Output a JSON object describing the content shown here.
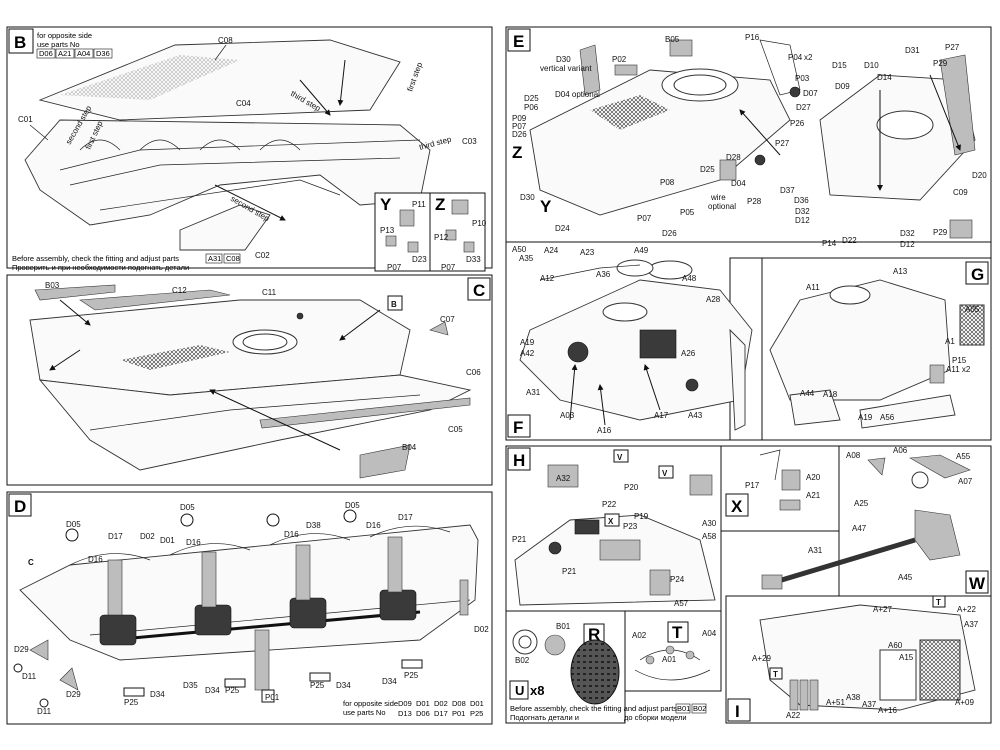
{
  "panels": {
    "B": {
      "letter": "B",
      "note_line1": "for opposite side",
      "note_line2": "use parts No",
      "parts": [
        "D06",
        "A21",
        "A04",
        "D36"
      ],
      "labels": [
        "C08",
        "C04",
        "C01",
        "C03",
        "C02",
        "first step",
        "first step",
        "second step",
        "second step",
        "third step",
        "third step"
      ],
      "inset_y": {
        "letter": "Y",
        "parts": [
          "P11",
          "P13",
          "D23",
          "P07"
        ]
      },
      "inset_z": {
        "letter": "Z",
        "parts": [
          "P10",
          "P12",
          "D33",
          "P07"
        ]
      },
      "footer_en": "Before assembly, check the fitting and adjust parts",
      "footer_ru": "Проверить и при необходимости подогнать детали",
      "footer_parts": [
        "A31",
        "C08"
      ]
    },
    "C": {
      "letter": "C",
      "labels": [
        "B03",
        "C12",
        "C11",
        "B",
        "C07",
        "C06",
        "C05",
        "B04"
      ]
    },
    "D": {
      "letter": "D",
      "labels": [
        "D05",
        "D16",
        "D17",
        "D02",
        "D01",
        "D16",
        "D05",
        "D16",
        "D38",
        "D05",
        "D16",
        "D17",
        "C",
        "D02",
        "D29",
        "D11",
        "D29",
        "D11",
        "P25",
        "D34",
        "D35",
        "D34",
        "P25",
        "P01",
        "P25",
        "D34",
        "D34",
        "P25"
      ],
      "footer_line1": "for opposite side",
      "footer_line2": "use parts No",
      "footer_parts": [
        "D09",
        "D01",
        "D02",
        "D08",
        "D01",
        "D13",
        "D06",
        "D17",
        "P01",
        "P25"
      ]
    },
    "E": {
      "letter": "E",
      "labels": [
        "D30",
        "vertical variant",
        "B05",
        "P16",
        "P02",
        "P04",
        "x2",
        "D04 optional",
        "D25",
        "P06",
        "P09",
        "P07",
        "D26",
        "P03",
        "D07",
        "D27",
        "P26",
        "P27",
        "D28",
        "P08",
        "P05",
        "wire",
        "optional",
        "D04",
        "P28",
        "D30",
        "D24",
        "P07",
        "D26",
        "D15",
        "D10",
        "D14",
        "D09",
        "D31",
        "P27",
        "P29",
        "D20",
        "C09",
        "D37",
        "D36",
        "D32",
        "D12",
        "P14",
        "D22",
        "D32",
        "D12",
        "P29",
        "D25",
        "Z",
        "Y"
      ]
    },
    "F": {
      "letter": "F",
      "labels": [
        "A50",
        "A35",
        "A24",
        "A23",
        "A49",
        "A12",
        "A36",
        "A48",
        "A28",
        "A19",
        "A42",
        "A26",
        "A31",
        "A03",
        "A16",
        "A17",
        "A43"
      ]
    },
    "G": {
      "letter": "G",
      "labels": [
        "A11",
        "A13",
        "A05",
        "A1",
        "P15",
        "A11 x2",
        "A44",
        "A18",
        "A19",
        "A56"
      ]
    },
    "H": {
      "letter": "H",
      "labels": [
        "V",
        "A32",
        "P22",
        "P20",
        "V",
        "P21",
        "X",
        "P19",
        "P23",
        "A30",
        "A58",
        "P21",
        "P24",
        "A57"
      ]
    },
    "X": {
      "letter": "X",
      "labels": [
        "P17",
        "A20",
        "A21"
      ]
    },
    "W": {
      "letter": "W",
      "labels": [
        "A08",
        "A06",
        "A55",
        "A07",
        "A25",
        "A47",
        "A31",
        "A45"
      ]
    },
    "R": {
      "letter": "R",
      "labels": [
        "B01",
        "B02",
        "x8"
      ]
    },
    "T": {
      "letter": "T",
      "labels": [
        "A02",
        "A04",
        "A01"
      ]
    },
    "I": {
      "letter": "I",
      "labels": [
        "A+27",
        "T",
        "A+22",
        "A37",
        "A+29",
        "T",
        "A60",
        "A15",
        "A38",
        "A37",
        "A+51",
        "A+16",
        "A+09",
        "A22"
      ]
    },
    "footer_bottom": {
      "en": "Before assembly, check the fitting and adjust parts",
      "ru": "Подогнать детали и",
      "ru_tail": "до сборки модели",
      "parts": [
        "B01",
        "B02"
      ]
    }
  }
}
